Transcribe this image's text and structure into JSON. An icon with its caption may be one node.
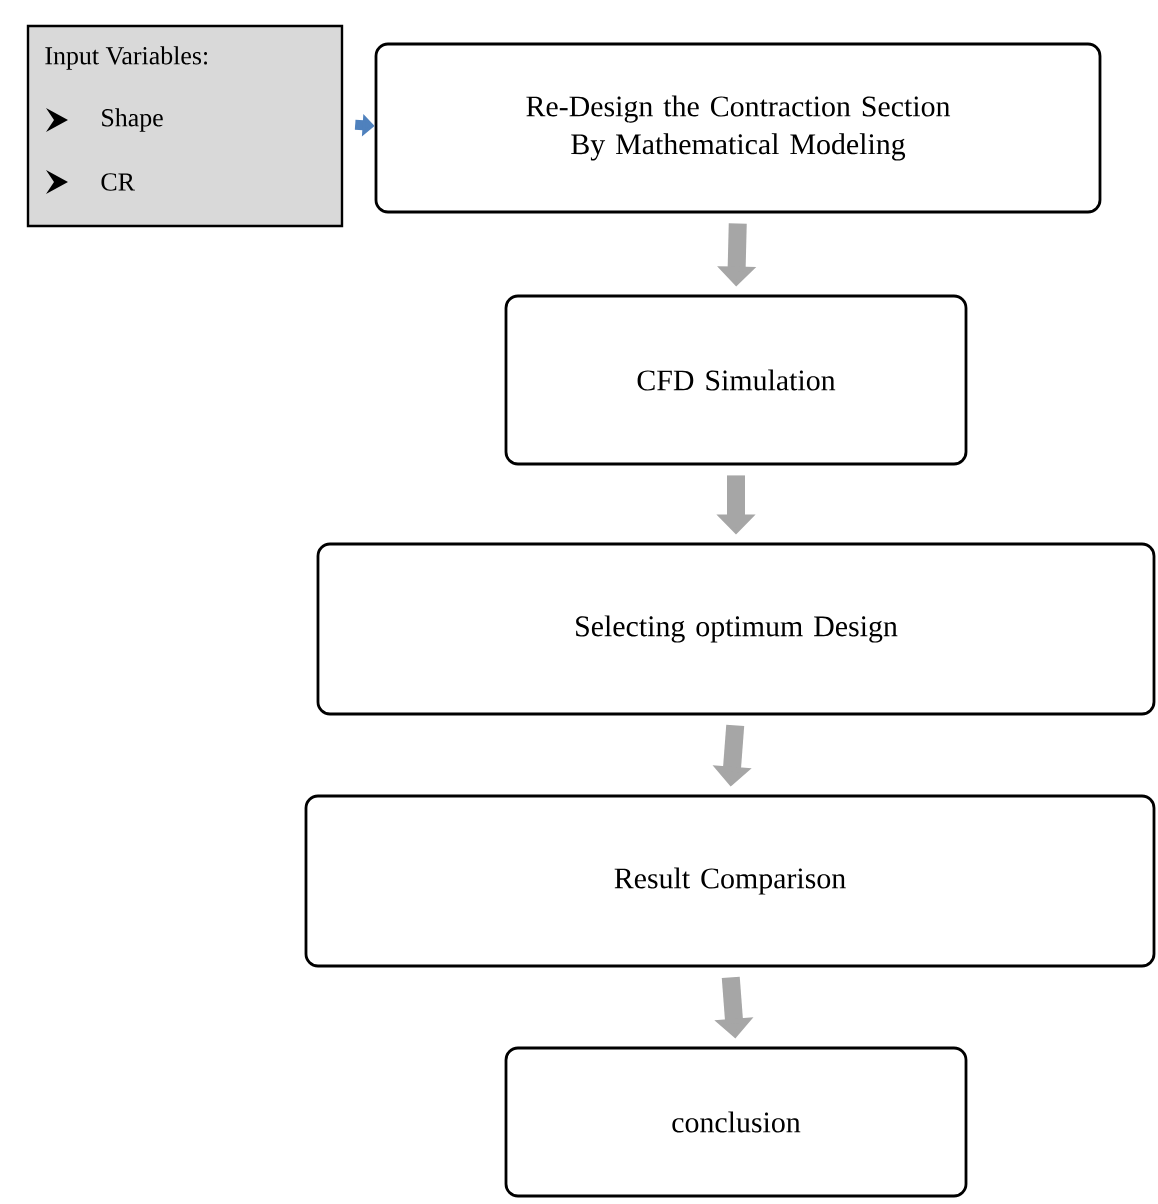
{
  "diagram": {
    "nodes": [
      {
        "text": [
          "Input Variables:",
          "Shape",
          "CR"
        ]
      },
      {
        "text": [
          "Re-Design the Contraction Section By Mathematical Modeling"
        ]
      },
      {
        "text": [
          "CFD Simulation"
        ]
      },
      {
        "text": [
          "Selecting optimum Design"
        ]
      },
      {
        "text": [
          "Result Comparison"
        ]
      },
      {
        "text": [
          "conclusion"
        ]
      }
    ],
    "edges": [
      {
        "from": 0,
        "to": 1,
        "arrow": "to",
        "color": "#4f81bd"
      },
      {
        "from": 1,
        "to": 2,
        "arrow": "to"
      },
      {
        "from": 2,
        "to": 3,
        "arrow": "to"
      },
      {
        "from": 3,
        "to": 4,
        "arrow": "to"
      },
      {
        "from": 4,
        "to": 5,
        "arrow": "to"
      }
    ]
  }
}
